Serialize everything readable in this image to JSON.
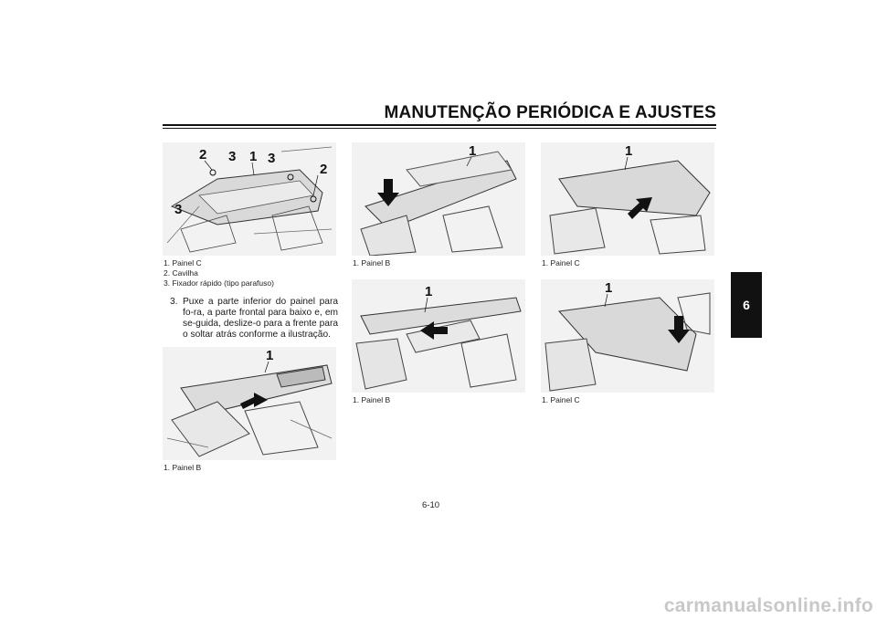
{
  "header": {
    "title": "MANUTENÇÃO PERIÓDICA E AJUSTES"
  },
  "chapter_tab": "6",
  "figures": {
    "top_left": {
      "callouts": [
        "2",
        "3",
        "1",
        "3",
        "2",
        "3"
      ],
      "captions": [
        "1. Painel C",
        "2. Cavilha",
        "3. Fixador rápido (tipo parafuso)"
      ]
    },
    "bottom_left": {
      "callouts": [
        "1"
      ],
      "captions": [
        "1. Painel B"
      ]
    },
    "top_middle": {
      "callouts": [
        "1"
      ],
      "captions": [
        "1. Painel B"
      ]
    },
    "bottom_middle": {
      "callouts": [
        "1"
      ],
      "captions": [
        "1. Painel B"
      ]
    },
    "top_right": {
      "callouts": [
        "1"
      ],
      "captions": [
        "1. Painel C"
      ]
    },
    "bottom_right": {
      "callouts": [
        "1"
      ],
      "captions": [
        "1. Painel C"
      ]
    }
  },
  "instruction": {
    "number": "3.",
    "text": "Puxe a parte inferior do painel para fo-ra, a parte frontal para baixo e, em se-guida, deslize-o para a frente para o soltar atrás conforme a ilustração."
  },
  "footer": {
    "page_number": "6-10"
  },
  "watermark": "carmanualsonline.info"
}
